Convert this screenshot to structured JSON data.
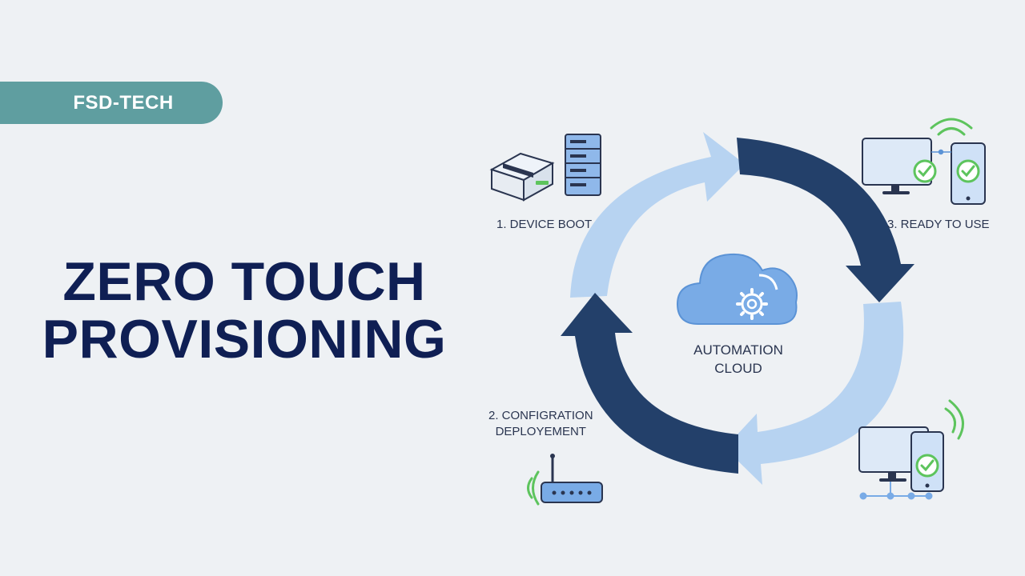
{
  "brand": {
    "label": "FSD-TECH"
  },
  "title": {
    "line1": "ZERO TOUCH",
    "line2": "PROVISIONING"
  },
  "diagram": {
    "center": {
      "line1": "AUTOMATION",
      "line2": "CLOUD"
    },
    "steps": {
      "device_boot": "1. DEVICE BOOT",
      "configuration": {
        "line1": "2. CONFIGRATION",
        "line2": "DEPLOYEMENT"
      },
      "ready": "3. READY TO USE"
    },
    "colors": {
      "dark_arrow": "#23406a",
      "light_arrow": "#b7d3f1",
      "icon_blue": "#5b93d6",
      "icon_fill": "#cfe1f7",
      "check_green": "#5dc45d",
      "brand_teal": "#5f9ea0",
      "title_navy": "#0f1f54"
    }
  }
}
